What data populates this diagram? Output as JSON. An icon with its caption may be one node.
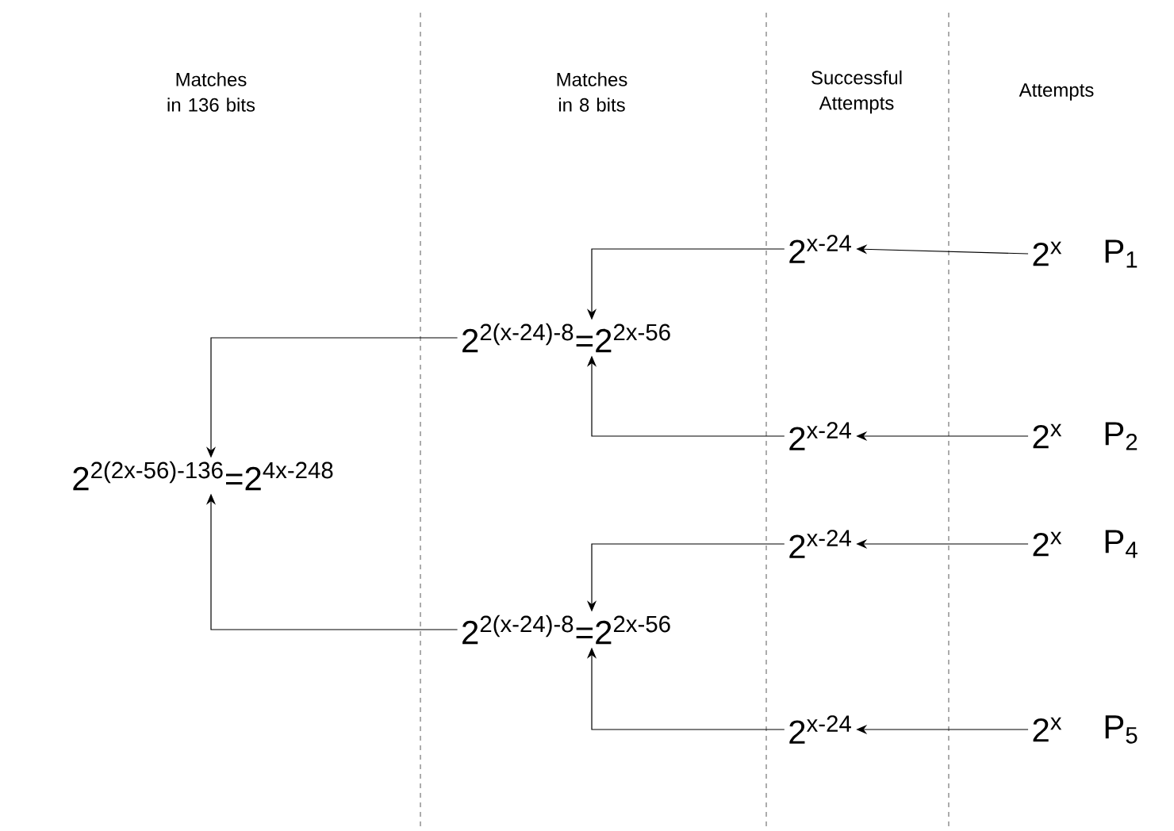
{
  "diagram": {
    "nodes": [
      {
        "text": [
          "2$^{x-24}$"
        ]
      },
      {
        "text": [
          "2$^{x}$"
        ],
        "beside": [
          "P$_{1}$"
        ]
      },
      {
        "text": [
          "2$^{2(x-24)-8}$=2$^{2x-56}$"
        ]
      },
      {
        "text": [
          "2$^{2(2x-56)-136}$=2$^{4x-248}$"
        ]
      },
      {
        "text": [
          "2$^{x-24}$"
        ]
      },
      {
        "text": [
          "2$^{x}$"
        ],
        "beside": [
          "P$_{2}$"
        ]
      },
      {
        "text": [
          "2$^{x-24}$"
        ]
      },
      {
        "text": [
          "2$^{x}$"
        ],
        "beside": [
          "P$_{4}$"
        ]
      },
      {
        "text": [
          "2$^{2(x-24)-8}$=2$^{2x-56}$"
        ]
      },
      {
        "text": [
          "2$^{x-24}$"
        ]
      },
      {
        "text": [
          "2$^{x}$"
        ],
        "beside": [
          "P$_{5}$"
        ]
      }
    ],
    "edges": [
      {
        "from": 1,
        "to": 0,
        "arrow": "to"
      },
      {
        "from": 0,
        "to": 2,
        "arrow": "to"
      },
      {
        "from": 4,
        "to": 2,
        "arrow": "to"
      },
      {
        "from": 2,
        "to": 3,
        "arrow": "to"
      },
      {
        "from": 8,
        "to": 3,
        "arrow": "to"
      },
      {
        "from": 5,
        "to": 4,
        "arrow": "to"
      },
      {
        "from": 7,
        "to": 6,
        "arrow": "to"
      },
      {
        "from": 6,
        "to": 8,
        "arrow": "to"
      },
      {
        "from": 9,
        "to": 8,
        "arrow": "to"
      },
      {
        "from": 10,
        "to": 9,
        "arrow": "to"
      }
    ],
    "labels": [
      "Matches in 136 bits",
      "Matches in 8 bits",
      "Successful Attempts",
      "Attempts"
    ]
  }
}
